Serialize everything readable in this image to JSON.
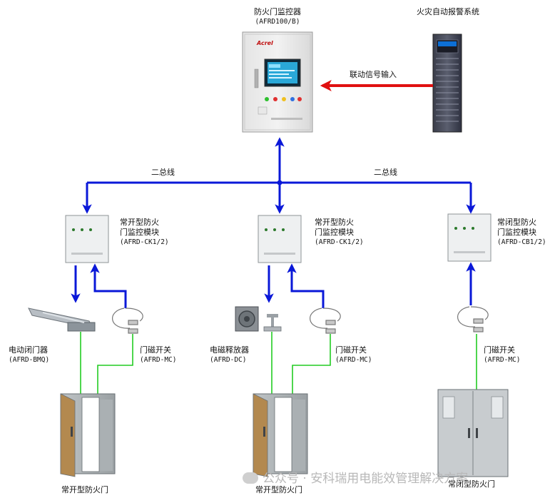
{
  "colors": {
    "bus_line": "#0a18d8",
    "signal_line": "#e01010",
    "door_wire": "#22cc22"
  },
  "controller": {
    "title": "防火门监控器",
    "model": "(AFRD100/B)",
    "brand": "Acrel"
  },
  "fire_alarm": {
    "title": "火灾自动报警系统"
  },
  "link_signal": {
    "label": "联动信号输入"
  },
  "bus": {
    "left_label": "二总线",
    "right_label": "二总线"
  },
  "modules": [
    {
      "title_line1": "常开型防火",
      "title_line2": "门监控模块",
      "model": "(AFRD-CK1/2)"
    },
    {
      "title_line1": "常开型防火",
      "title_line2": "门监控模块",
      "model": "(AFRD-CK1/2)"
    },
    {
      "title_line1": "常闭型防火",
      "title_line2": "门监控模块",
      "model": "(AFRD-CB1/2)"
    }
  ],
  "devices": {
    "closer": {
      "title": "电动闭门器",
      "model": "(AFRD-BMQ)"
    },
    "release": {
      "title": "电磁释放器",
      "model": "(AFRD-DC)"
    },
    "switch1": {
      "title": "门磁开关",
      "model": "(AFRD-MC)"
    },
    "switch2": {
      "title": "门磁开关",
      "model": "(AFRD-MC)"
    },
    "switch3": {
      "title": "门磁开关",
      "model": "(AFRD-MC)"
    }
  },
  "doors": [
    {
      "label": "常开型防火门"
    },
    {
      "label": "常开型防火门"
    },
    {
      "label": "常闭型防火门"
    }
  ],
  "watermark": {
    "text": "公众号 · 安科瑞用电能效管理解决方案"
  }
}
